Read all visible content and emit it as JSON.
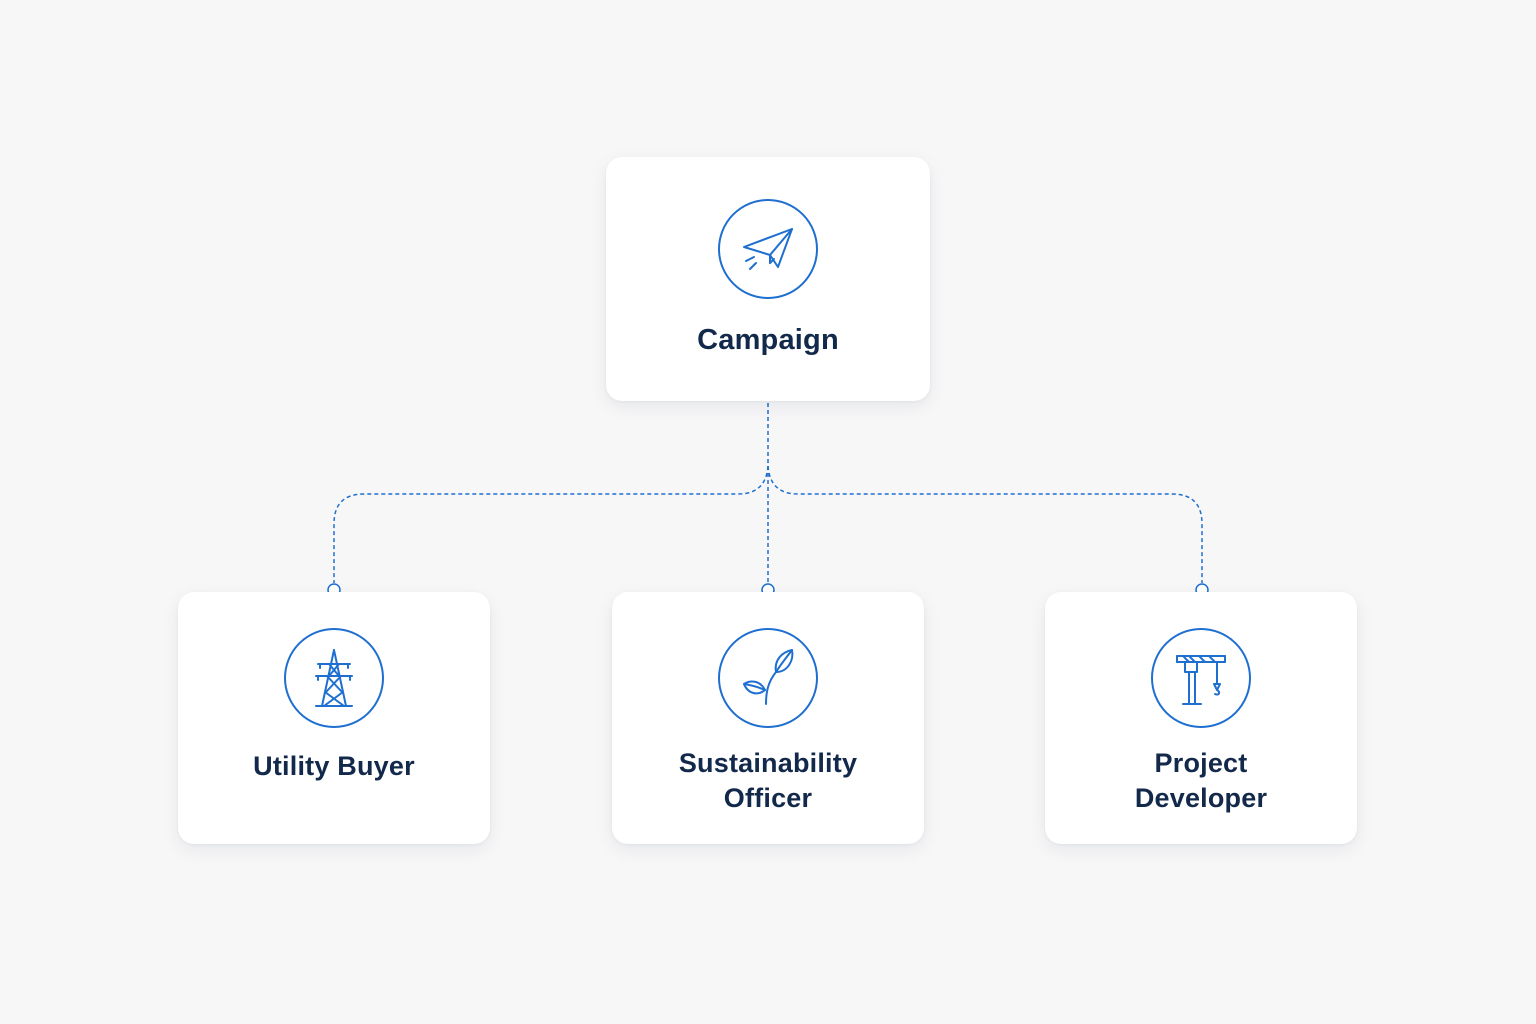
{
  "diagram": {
    "root": {
      "label": "Campaign",
      "icon": "paper-plane-icon"
    },
    "children": [
      {
        "lines": [
          "Utility Buyer"
        ],
        "icon": "transmission-tower-icon"
      },
      {
        "lines": [
          "Sustainability",
          "Officer"
        ],
        "icon": "leaf-sprout-icon"
      },
      {
        "lines": [
          "Project",
          "Developer"
        ],
        "icon": "construction-crane-icon"
      }
    ],
    "colors": {
      "accent": "#1f6fd1",
      "text": "#13294b",
      "background": "#f7f7f8",
      "card": "#ffffff"
    }
  }
}
